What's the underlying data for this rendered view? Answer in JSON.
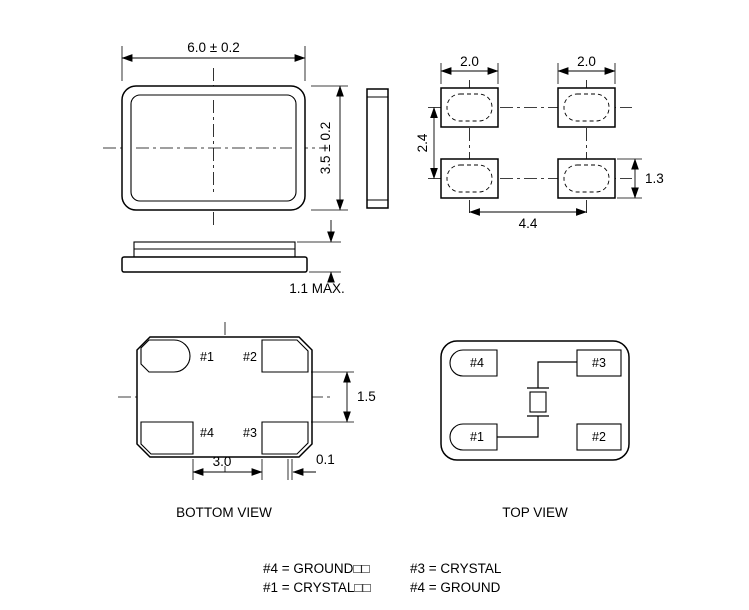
{
  "colors": {
    "line": "#000000",
    "background": "#ffffff"
  },
  "front_view": {
    "width_dim": "6.0 ± 0.2",
    "height_dim": "3.5 ± 0.2"
  },
  "side_profile": {
    "height_dim": "1.1 MAX."
  },
  "land_pattern": {
    "pad_width_left": "2.0",
    "pad_width_right": "2.0",
    "row_pitch": "2.4",
    "pad_height": "1.3",
    "column_pitch": "4.4"
  },
  "bottom_view": {
    "label": "BOTTOM VIEW",
    "pad_labels": {
      "top_left": "#1",
      "top_right": "#2",
      "bottom_left": "#4",
      "bottom_right": "#3"
    },
    "pad_gap_vertical": "1.5",
    "pad_pitch": "3.0",
    "edge_offset": "0.1"
  },
  "top_view": {
    "label": "TOP VIEW",
    "pad_labels": {
      "top_left": "#4",
      "top_right": "#3",
      "bottom_left": "#1",
      "bottom_right": "#2"
    }
  },
  "legend": {
    "row1_left": "#4 = GROUND□□",
    "row1_right": "#3 = CRYSTAL",
    "row2_left": "#1 = CRYSTAL□□",
    "row2_right": "#4 = GROUND"
  }
}
